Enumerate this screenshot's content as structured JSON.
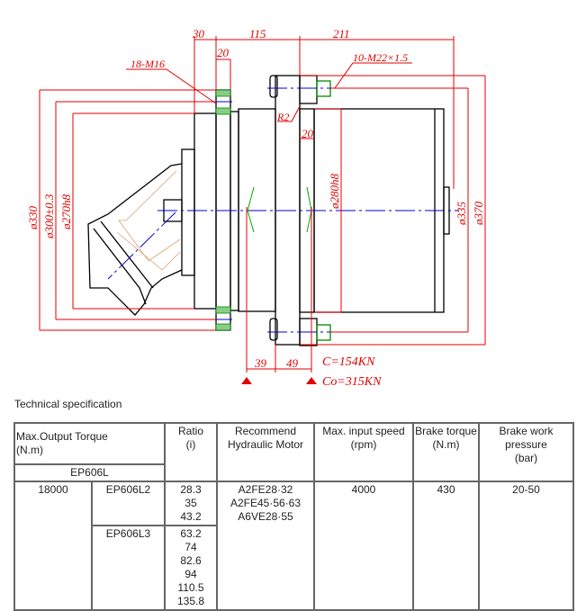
{
  "drawing": {
    "dims_top": [
      "30",
      "115",
      "211"
    ],
    "flange_width": "20",
    "hole_label": "18-M16",
    "bolt_label": "10-M22×1.5",
    "radius_label": "R2",
    "ring_width": "20",
    "diameters_left": [
      "ø330",
      "ø300±0.3",
      "ø270h8"
    ],
    "diameter_mid": "ø280h8",
    "diameters_right": [
      "ø335",
      "ø370"
    ],
    "dims_bottom": [
      "39",
      "49"
    ],
    "load_c": "C=154KN",
    "load_co": "Co=315KN"
  },
  "spec": {
    "title": "Technical specification",
    "headers": {
      "torque_line1": "Max.Output Torque",
      "torque_line2": "(N.m)",
      "model": "EP606L",
      "ratio_line1": "Ratio",
      "ratio_line2": "(i)",
      "motor_line1": "Recommend",
      "motor_line2": "Hydraulic Motor",
      "speed_line1": "Max. input speed",
      "speed_line2": "(rpm)",
      "brake_torque_line1": "Brake torque",
      "brake_torque_line2": "(N.m)",
      "brake_pressure_line1": "Brake work",
      "brake_pressure_line2": "pressure",
      "brake_pressure_line3": "(bar)"
    },
    "torque": "18000",
    "variants": [
      {
        "model": "EP606L2",
        "ratios": [
          "28.3",
          "35",
          "43.2"
        ]
      },
      {
        "model": "EP606L3",
        "ratios": [
          "63.2",
          "74",
          "82.6",
          "94",
          "110.5",
          "135.8"
        ]
      }
    ],
    "motors": [
      "A2FE28·32",
      "A2FE45·56·63",
      "A6VE28·55"
    ],
    "max_speed": "4000",
    "brake_torque": "430",
    "brake_pressure": "20-50"
  }
}
